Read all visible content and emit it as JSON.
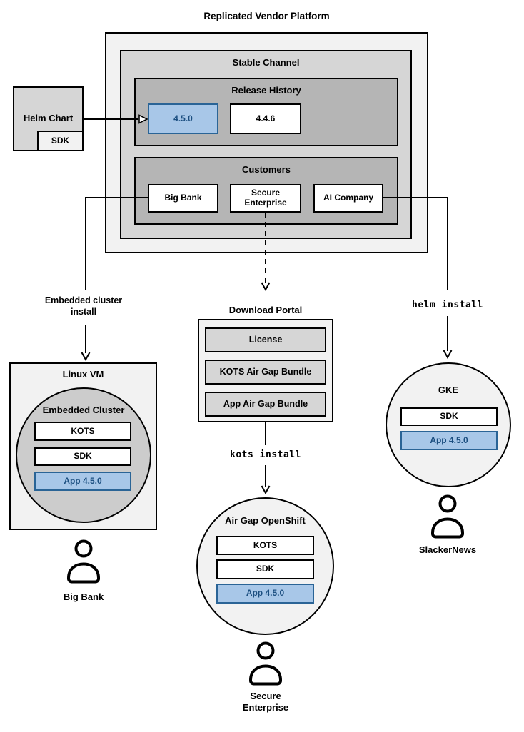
{
  "title": "Replicated Vendor Platform",
  "platform": {
    "stable_channel": {
      "title": "Stable Channel",
      "release_history": {
        "title": "Release History",
        "releases": [
          {
            "version": "4.5.0",
            "highlighted": true
          },
          {
            "version": "4.4.6",
            "highlighted": false
          }
        ]
      },
      "customers": {
        "title": "Customers",
        "items": [
          "Big Bank",
          "Secure Enterprise",
          "AI Company"
        ]
      }
    }
  },
  "helm_chart": {
    "title": "Helm Chart",
    "sdk": "SDK"
  },
  "install_flows": {
    "embedded_cluster": {
      "arrow_label": "Embedded cluster install",
      "vm": {
        "title": "Linux VM"
      },
      "cluster": {
        "title": "Embedded Cluster",
        "components": [
          "KOTS",
          "SDK",
          "App 4.5.0"
        ]
      },
      "user": "Big Bank"
    },
    "air_gap": {
      "portal": {
        "title": "Download Portal",
        "items": [
          "License",
          "KOTS Air Gap Bundle",
          "App Air Gap Bundle"
        ]
      },
      "arrow_label": "kots install",
      "cluster": {
        "title": "Air Gap OpenShift",
        "components": [
          "KOTS",
          "SDK",
          "App 4.5.0"
        ]
      },
      "user": "Secure Enterprise"
    },
    "helm": {
      "arrow_label": "helm install",
      "cluster": {
        "title": "GKE",
        "components": [
          "SDK",
          "App 4.5.0"
        ]
      },
      "user": "SlackerNews"
    }
  },
  "colors": {
    "highlight_fill": "#a8c7e8",
    "highlight_border": "#2a6496",
    "highlight_text": "#1c4f80",
    "box_light": "#f2f2f2",
    "box_mid": "#d6d6d6",
    "box_dark": "#b5b5b5",
    "circle_fill": "#cccccc",
    "line": "#000000"
  }
}
